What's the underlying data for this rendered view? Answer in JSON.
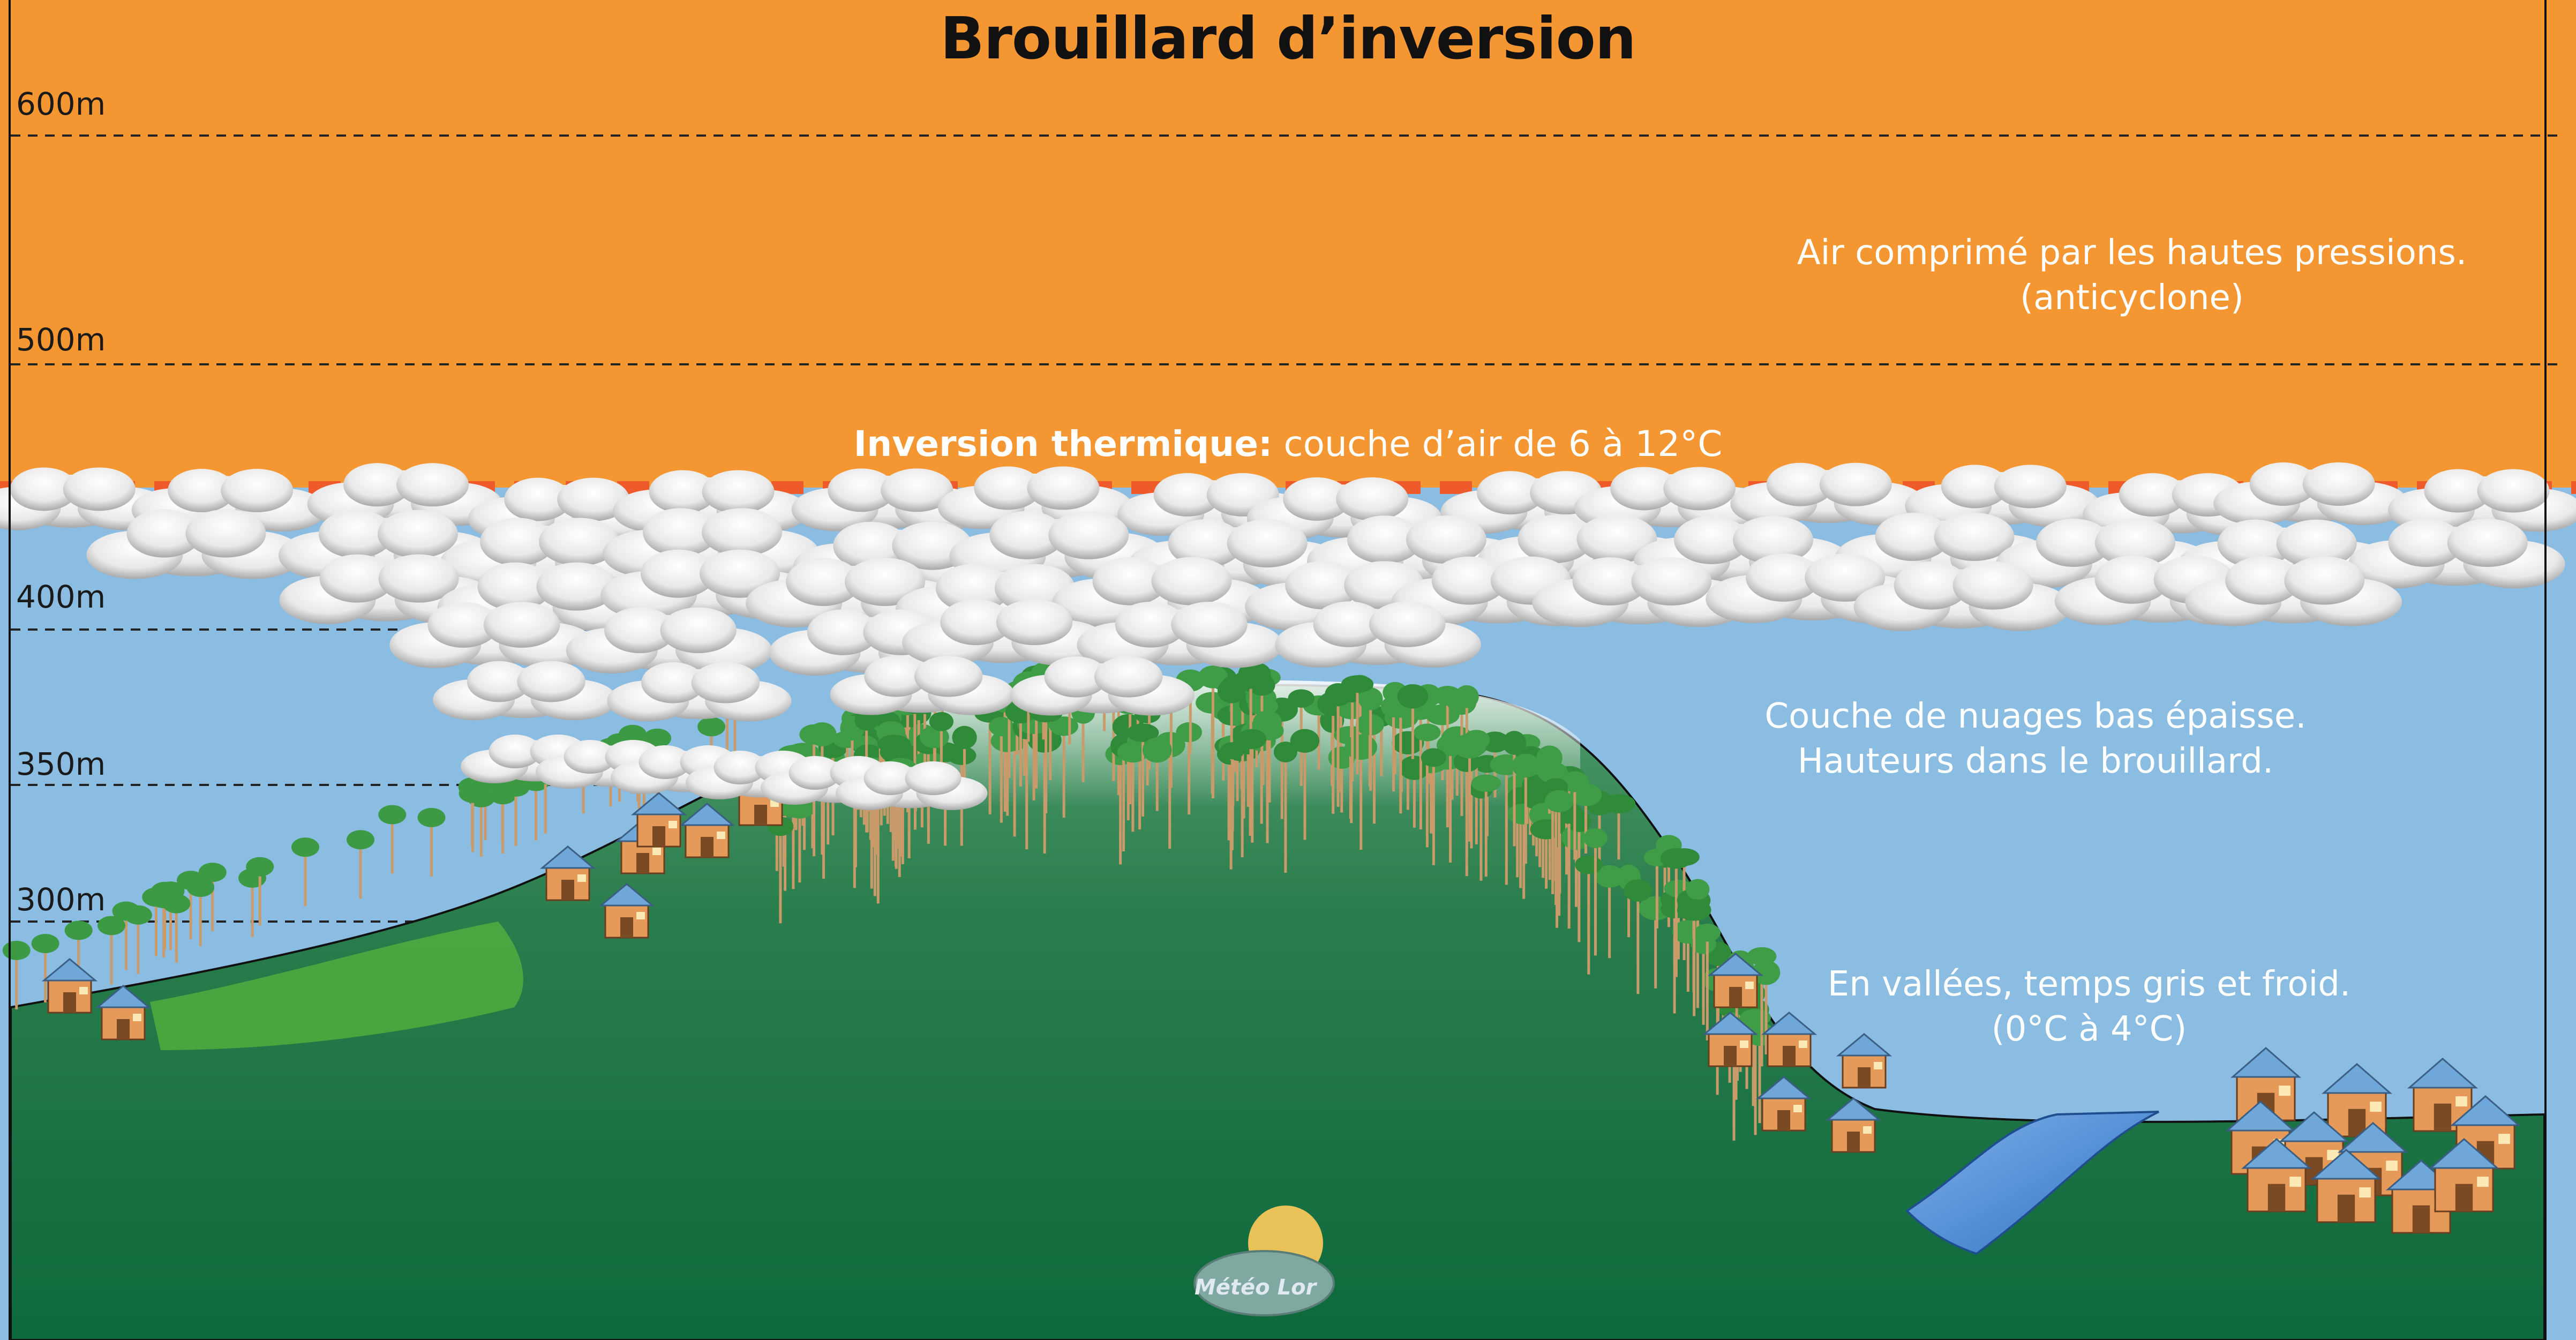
{
  "title": "Brouillard d’inversion",
  "altitudes": [
    "600m",
    "500m",
    "400m",
    "350m",
    "300m"
  ],
  "inversion": {
    "label_bold": "Inversion thermique:",
    "label_rest": "couche d’air de 6 à 12°C"
  },
  "notes": {
    "anticyclone_line1": "Air comprimé par les hautes pressions.",
    "anticyclone_line2": "(anticyclone)",
    "clouds_line1": "Couche de nuages bas épaisse.",
    "clouds_line2": "Hauteurs dans le brouillard.",
    "valleys_line1": "En vallées, temps gris et froid.",
    "valleys_line2": "(0°C à 4°C)"
  },
  "logo": "Météo Lor",
  "colors": {
    "warm_air": "#f49733",
    "sky": "#8bbde3",
    "ground": "#0e6b3e",
    "inversion_dash": "#ef5a2a",
    "river": "#3d7fd0"
  }
}
